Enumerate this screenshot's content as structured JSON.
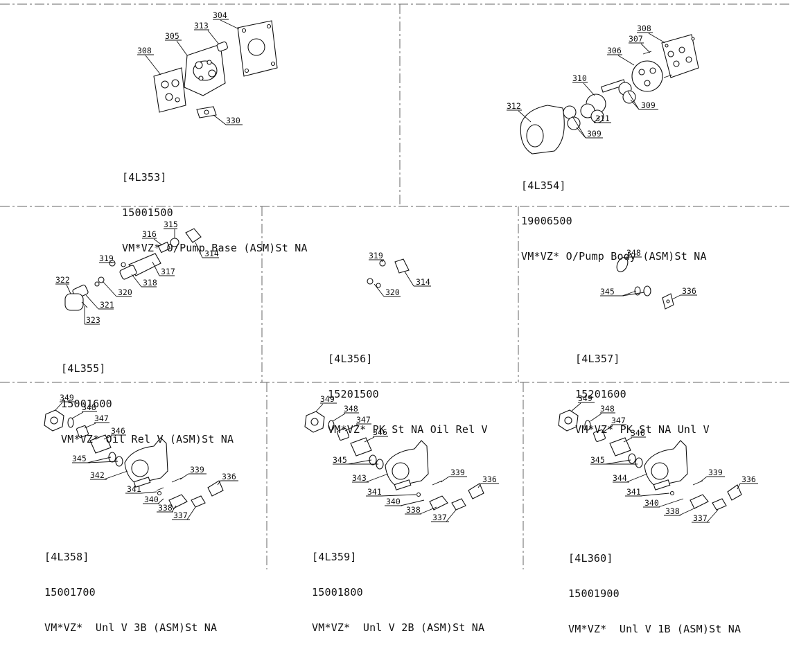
{
  "panels": [
    {
      "code": "[4L353]",
      "part_no": "15001500",
      "desc": "VM*VZ* O/Pump Base (ASM)St NA",
      "parts": [
        "304",
        "305",
        "313",
        "308",
        "330"
      ]
    },
    {
      "code": "[4L354]",
      "part_no": "19006500",
      "desc": "VM*VZ* O/Pump Body (ASM)St NA",
      "parts": [
        "308",
        "307",
        "306",
        "310",
        "309",
        "312",
        "311",
        "309"
      ]
    },
    {
      "code": "[4L355]",
      "part_no": "15001600",
      "desc": "VM*VZ* Oil Rel V (ASM)St NA",
      "parts": [
        "315",
        "316",
        "314",
        "319",
        "317",
        "318",
        "320",
        "322",
        "321",
        "323"
      ]
    },
    {
      "code": "[4L356]",
      "part_no": "15201500",
      "desc": "VM*VZ* PK St NA Oil Rel V",
      "parts": [
        "319",
        "314",
        "320"
      ]
    },
    {
      "code": "[4L357]",
      "part_no": "15201600",
      "desc": "VM*VZ* PK St NA Unl V",
      "parts": [
        "348",
        "345",
        "336"
      ]
    },
    {
      "code": "[4L358]",
      "part_no": "15001700",
      "desc": "VM*VZ*  Unl V 3B (ASM)St NA",
      "parts": [
        "349",
        "348",
        "347",
        "346",
        "345",
        "342",
        "339",
        "336",
        "341",
        "340",
        "338",
        "337"
      ]
    },
    {
      "code": "[4L359]",
      "part_no": "15001800",
      "desc": "VM*VZ*  Unl V 2B (ASM)St NA",
      "parts": [
        "349",
        "348",
        "347",
        "346",
        "345",
        "343",
        "339",
        "336",
        "341",
        "340",
        "338",
        "337"
      ]
    },
    {
      "code": "[4L360]",
      "part_no": "15001900",
      "desc": "VM*VZ*  Unl V 1B (ASM)St NA",
      "parts": [
        "349",
        "348",
        "347",
        "346",
        "345",
        "344",
        "339",
        "336",
        "341",
        "340",
        "338",
        "337"
      ]
    }
  ]
}
